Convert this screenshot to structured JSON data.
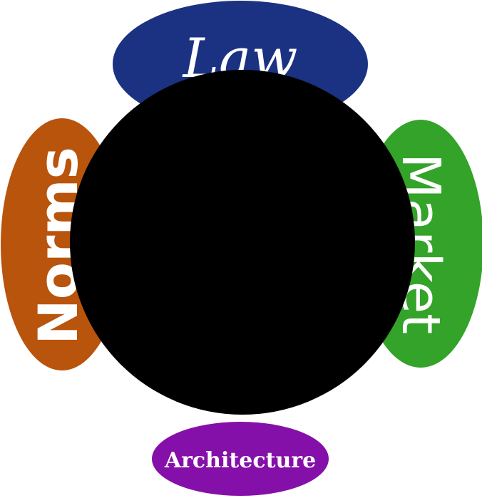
{
  "diagram": {
    "law": {
      "label": "Law",
      "color": "#1b3282"
    },
    "norms": {
      "label": "Norms",
      "color": "#b9540c"
    },
    "market": {
      "label": "Market",
      "color": "#33a329"
    },
    "architecture": {
      "label": "Architecture",
      "color": "#8510a9"
    },
    "center": {
      "color": "#000000"
    }
  }
}
